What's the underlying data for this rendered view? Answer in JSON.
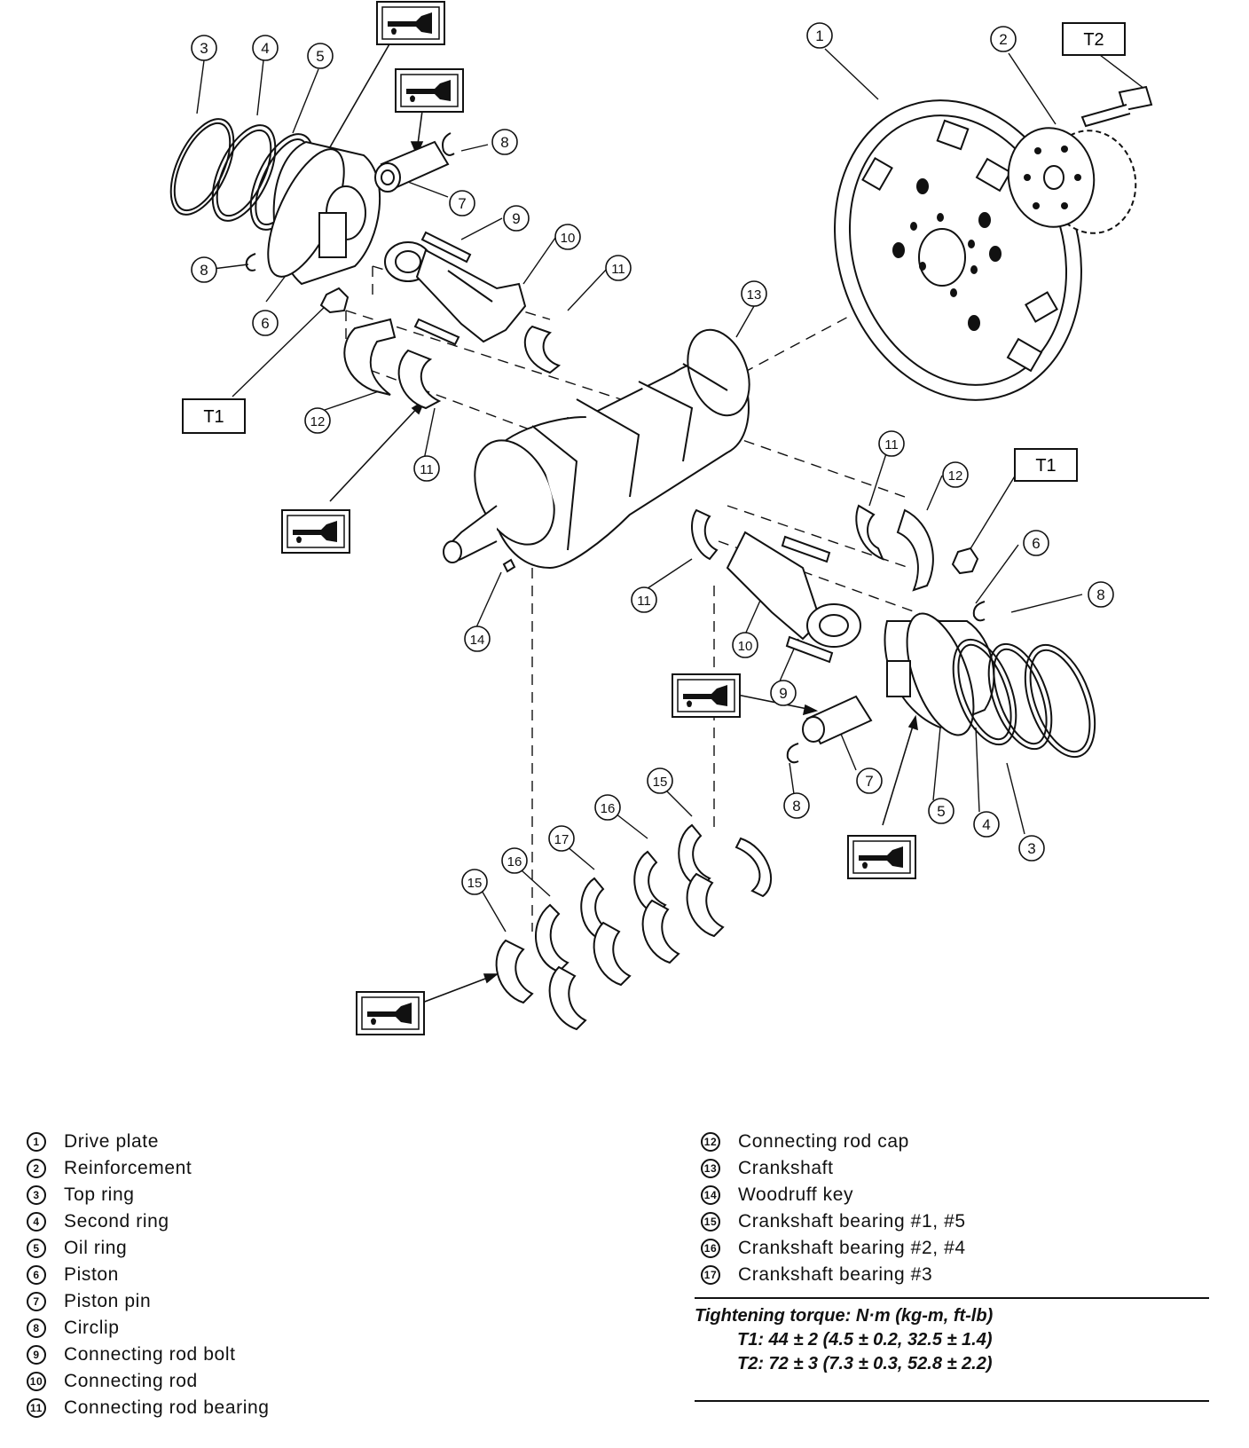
{
  "callouts": {
    "c1": "1",
    "c2": "2",
    "c3": "3",
    "c4": "4",
    "c5": "5",
    "c6": "6",
    "c7": "7",
    "c8": "8",
    "c9": "9",
    "c10": "10",
    "c11": "11",
    "c12": "12",
    "c13": "13",
    "c14": "14",
    "c15": "15",
    "c16": "16",
    "c17": "17"
  },
  "torque_tags": {
    "t1": "T1",
    "t2": "T2"
  },
  "legend": {
    "left": [
      {
        "num": "1",
        "label": "Drive plate"
      },
      {
        "num": "2",
        "label": "Reinforcement"
      },
      {
        "num": "3",
        "label": "Top ring"
      },
      {
        "num": "4",
        "label": "Second ring"
      },
      {
        "num": "5",
        "label": "Oil ring"
      },
      {
        "num": "6",
        "label": "Piston"
      },
      {
        "num": "7",
        "label": "Piston pin"
      },
      {
        "num": "8",
        "label": "Circlip"
      },
      {
        "num": "9",
        "label": "Connecting rod bolt"
      },
      {
        "num": "10",
        "label": "Connecting rod"
      },
      {
        "num": "11",
        "label": "Connecting rod bearing"
      }
    ],
    "right": [
      {
        "num": "12",
        "label": "Connecting rod cap"
      },
      {
        "num": "13",
        "label": "Crankshaft"
      },
      {
        "num": "14",
        "label": "Woodruff key"
      },
      {
        "num": "15",
        "label": "Crankshaft bearing #1, #5"
      },
      {
        "num": "16",
        "label": "Crankshaft bearing #2, #4"
      },
      {
        "num": "17",
        "label": "Crankshaft bearing #3"
      }
    ]
  },
  "torque": {
    "heading": "Tightening torque: N·m (kg-m, ft-lb)",
    "t1": "T1: 44 ± 2 (4.5 ± 0.2, 32.5 ± 1.4)",
    "t2": "T2: 72 ± 3 (7.3 ± 0.3, 52.8 ± 2.2)"
  }
}
